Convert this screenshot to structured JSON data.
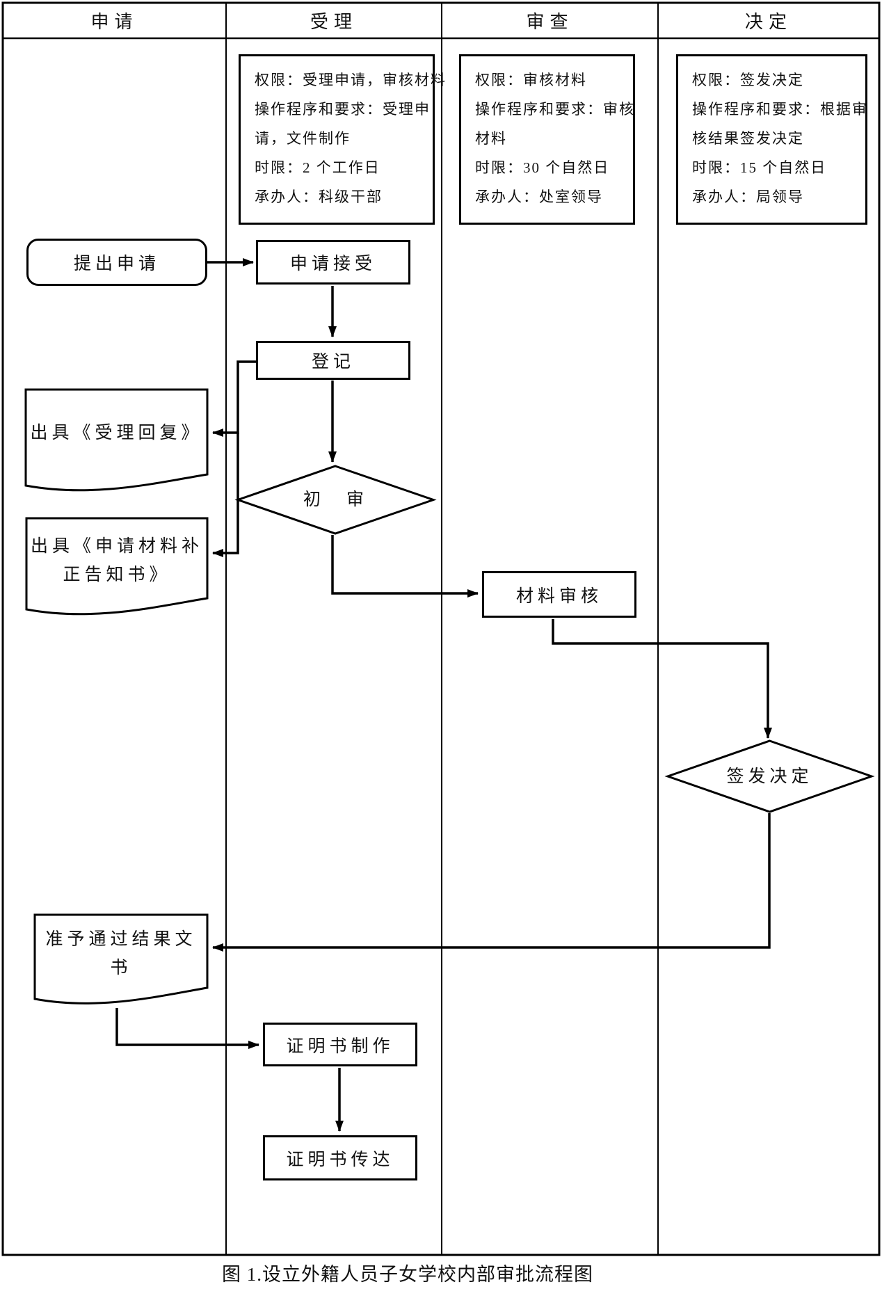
{
  "diagram": {
    "type": "flowchart",
    "caption": "图 1.设立外籍人员子女学校内部审批流程图",
    "lanes": [
      {
        "label": "申请"
      },
      {
        "label": "受理"
      },
      {
        "label": "审查"
      },
      {
        "label": "决定"
      }
    ],
    "info_boxes": [
      {
        "lane": "受理",
        "lines": [
          "权限：受理申请，审核材料",
          "操作程序和要求：受理申",
          "请，文件制作",
          "时限：2 个工作日",
          "承办人：科级干部"
        ]
      },
      {
        "lane": "审查",
        "lines": [
          "权限：审核材料",
          "操作程序和要求：审核",
          "材料",
          "时限：30 个自然日",
          "承办人：处室领导"
        ]
      },
      {
        "lane": "决定",
        "lines": [
          "权限：签发决定",
          "操作程序和要求：根据审",
          "核结果签发决定",
          "时限：15 个自然日",
          "承办人：局领导"
        ]
      }
    ],
    "nodes": {
      "propose": {
        "type": "start",
        "lane": "申请",
        "label": "提出申请"
      },
      "accept": {
        "type": "process",
        "lane": "受理",
        "label": "申请接受"
      },
      "register": {
        "type": "process",
        "lane": "受理",
        "label": "登记"
      },
      "reply_doc": {
        "type": "document",
        "lane": "申请",
        "label": "出具《受理回复》"
      },
      "preliminary_review": {
        "type": "decision",
        "lane": "受理",
        "label": "初　审"
      },
      "supplement_doc": {
        "type": "document",
        "lane": "申请",
        "label": "出具《申请材料补正告知书》",
        "line1": "出具《申请材料补",
        "line2": "正告知书》"
      },
      "material_review": {
        "type": "process",
        "lane": "审查",
        "label": "材料审核"
      },
      "sign_decision": {
        "type": "decision",
        "lane": "决定",
        "label": "签发决定"
      },
      "result_doc": {
        "type": "document",
        "lane": "申请",
        "label": "准予通过结果文书",
        "line1": "准予通过结果文",
        "line2": "书"
      },
      "cert_make": {
        "type": "process",
        "lane": "受理",
        "label": "证明书制作"
      },
      "cert_deliver": {
        "type": "process",
        "lane": "受理",
        "label": "证明书传达"
      }
    },
    "edges": [
      {
        "from": "propose",
        "to": "accept"
      },
      {
        "from": "accept",
        "to": "register"
      },
      {
        "from": "register",
        "to": "reply_doc"
      },
      {
        "from": "register",
        "to": "preliminary_review"
      },
      {
        "from": "preliminary_review",
        "to": "supplement_doc"
      },
      {
        "from": "preliminary_review",
        "to": "material_review"
      },
      {
        "from": "material_review",
        "to": "sign_decision"
      },
      {
        "from": "sign_decision",
        "to": "result_doc"
      },
      {
        "from": "result_doc",
        "to": "cert_make"
      },
      {
        "from": "cert_make",
        "to": "cert_deliver"
      }
    ],
    "colors": {
      "line": "#000000",
      "background": "#ffffff",
      "text": "#111111"
    }
  }
}
